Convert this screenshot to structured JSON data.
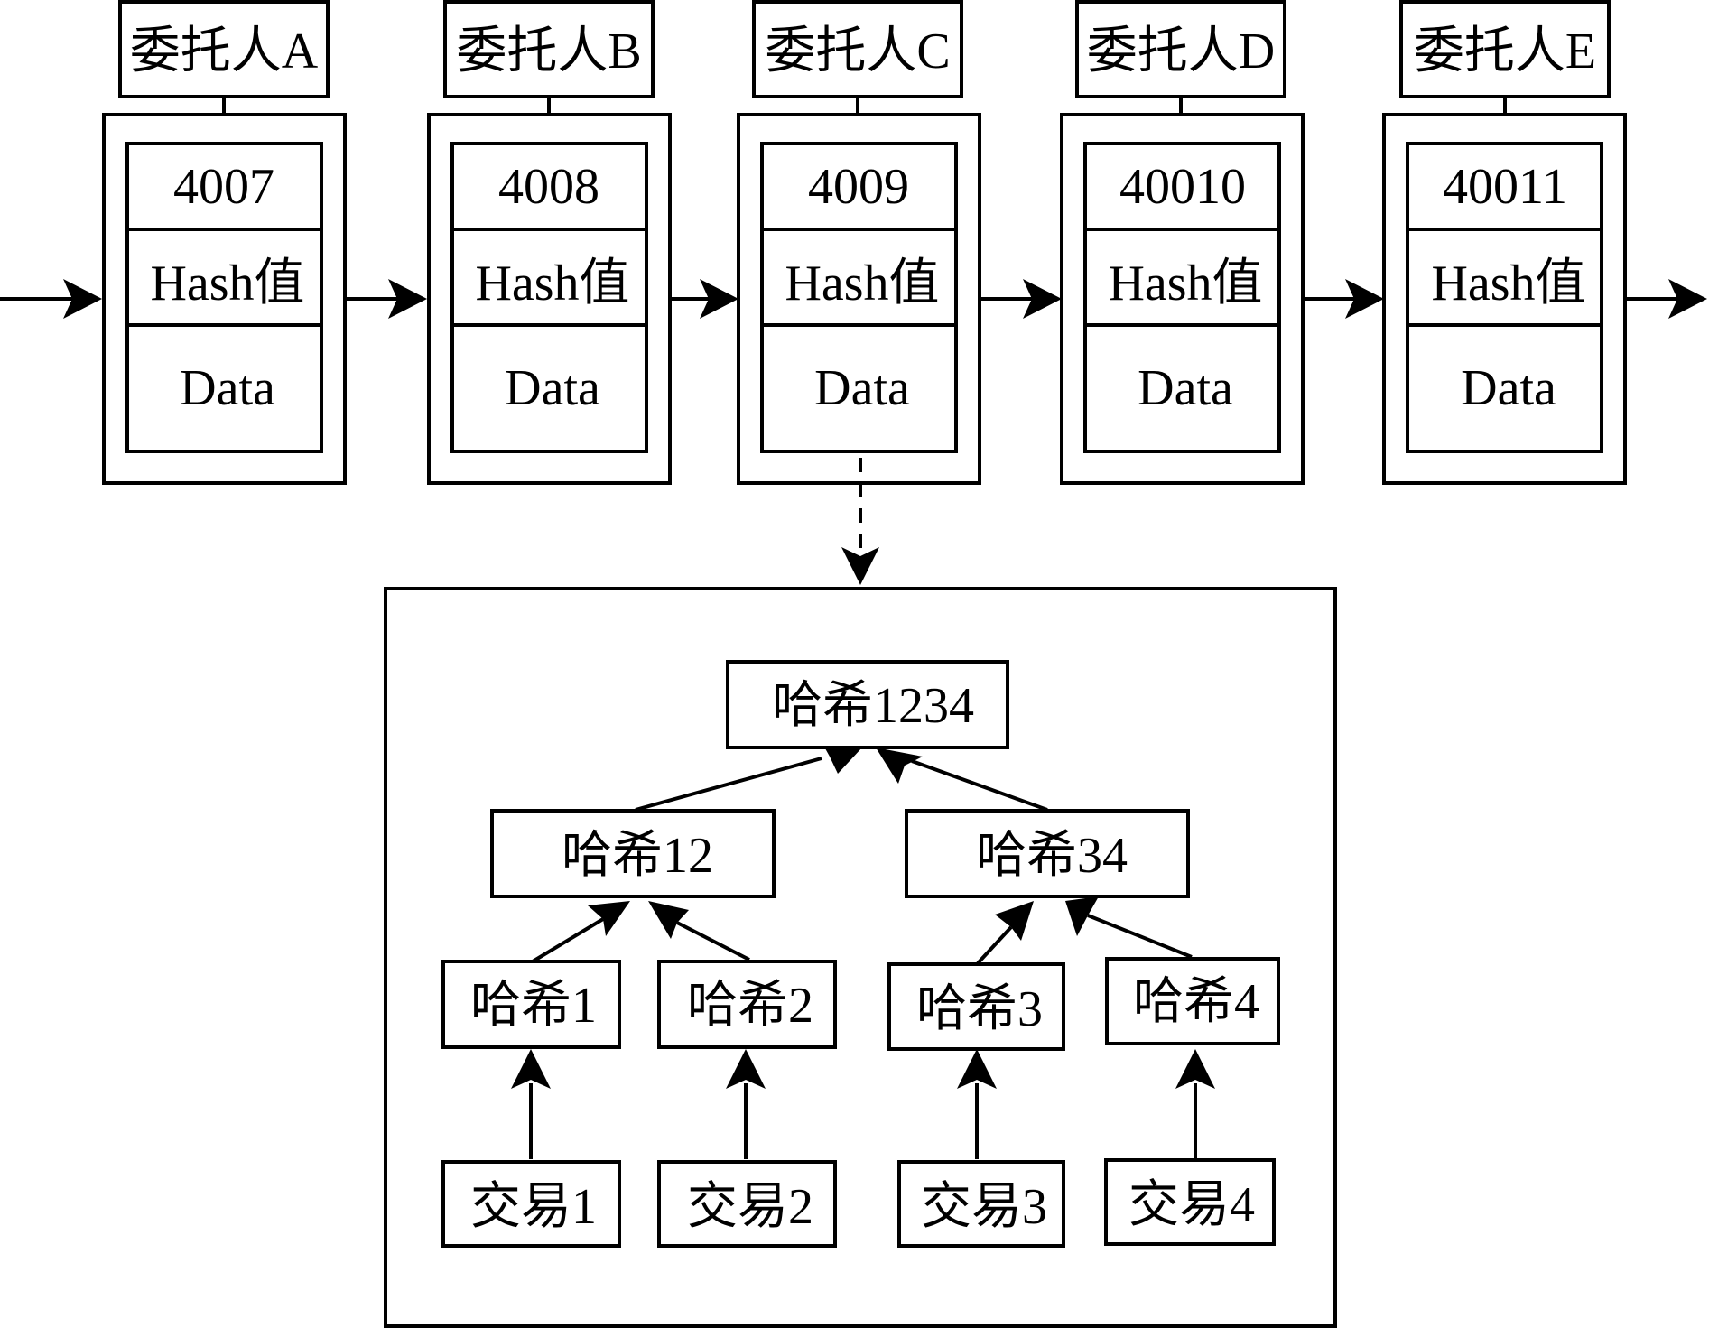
{
  "blocks": [
    {
      "delegate": "委托人A",
      "number": "4007",
      "hash": "Hash值",
      "data": "Data"
    },
    {
      "delegate": "委托人B",
      "number": "4008",
      "hash": "Hash值",
      "data": "Data"
    },
    {
      "delegate": "委托人C",
      "number": "4009",
      "hash": "Hash值",
      "data": "Data"
    },
    {
      "delegate": "委托人D",
      "number": "40010",
      "hash": "Hash值",
      "data": "Data"
    },
    {
      "delegate": "委托人E",
      "number": "40011",
      "hash": "Hash值",
      "data": "Data"
    }
  ],
  "merkle": {
    "root": "哈希1234",
    "level1": [
      "哈希12",
      "哈希34"
    ],
    "hashes": [
      "哈希1",
      "哈希2",
      "哈希3",
      "哈希4"
    ],
    "transactions": [
      "交易1",
      "交易2",
      "交易3",
      "交易4"
    ]
  }
}
